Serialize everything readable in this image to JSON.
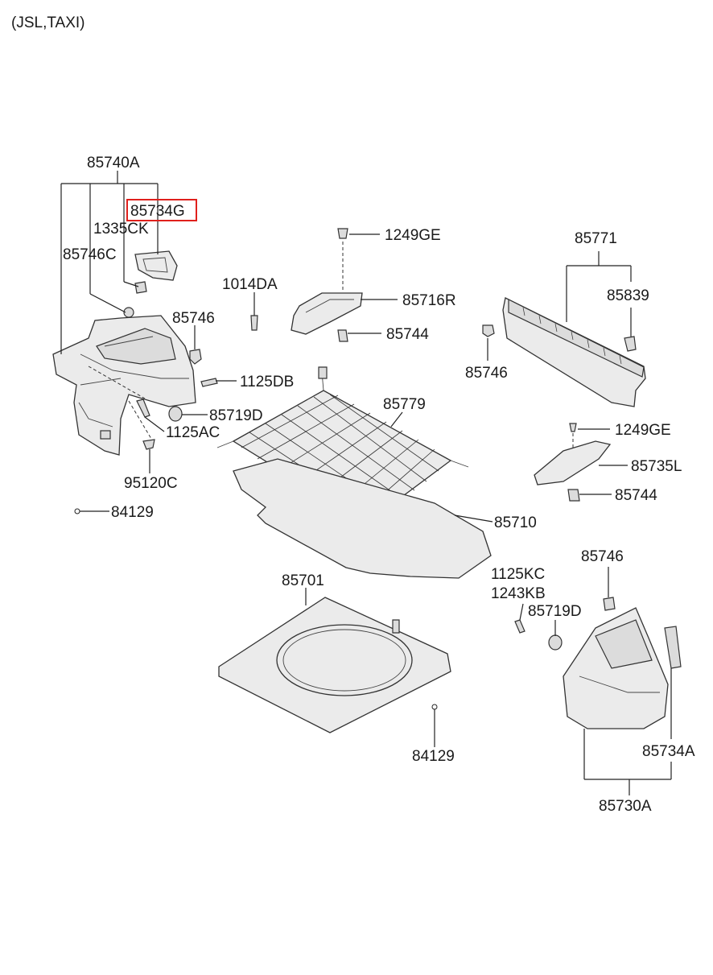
{
  "caption": "(JSL,TAXI)",
  "highlight_color": "#e0201c",
  "labels": {
    "l_85740A": "85740A",
    "l_85734G": "85734G",
    "l_1335CK": "1335CK",
    "l_85746C": "85746C",
    "l_1014DA": "1014DA",
    "l_85746_a": "85746",
    "l_1125DB": "1125DB",
    "l_85719D_a": "85719D",
    "l_1125AC": "1125AC",
    "l_95120C": "95120C",
    "l_84129_a": "84129",
    "l_1249GE_a": "1249GE",
    "l_85716R": "85716R",
    "l_85744_a": "85744",
    "l_85779": "85779",
    "l_85771": "85771",
    "l_85839": "85839",
    "l_85746_b": "85746",
    "l_1249GE_b": "1249GE",
    "l_85735L": "85735L",
    "l_85744_b": "85744",
    "l_85710": "85710",
    "l_85701": "85701",
    "l_84129_b": "84129",
    "l_1125KC": "1125KC",
    "l_1243KB": "1243KB",
    "l_85719D_b": "85719D",
    "l_85746_c": "85746",
    "l_85734A": "85734A",
    "l_85730A": "85730A"
  }
}
